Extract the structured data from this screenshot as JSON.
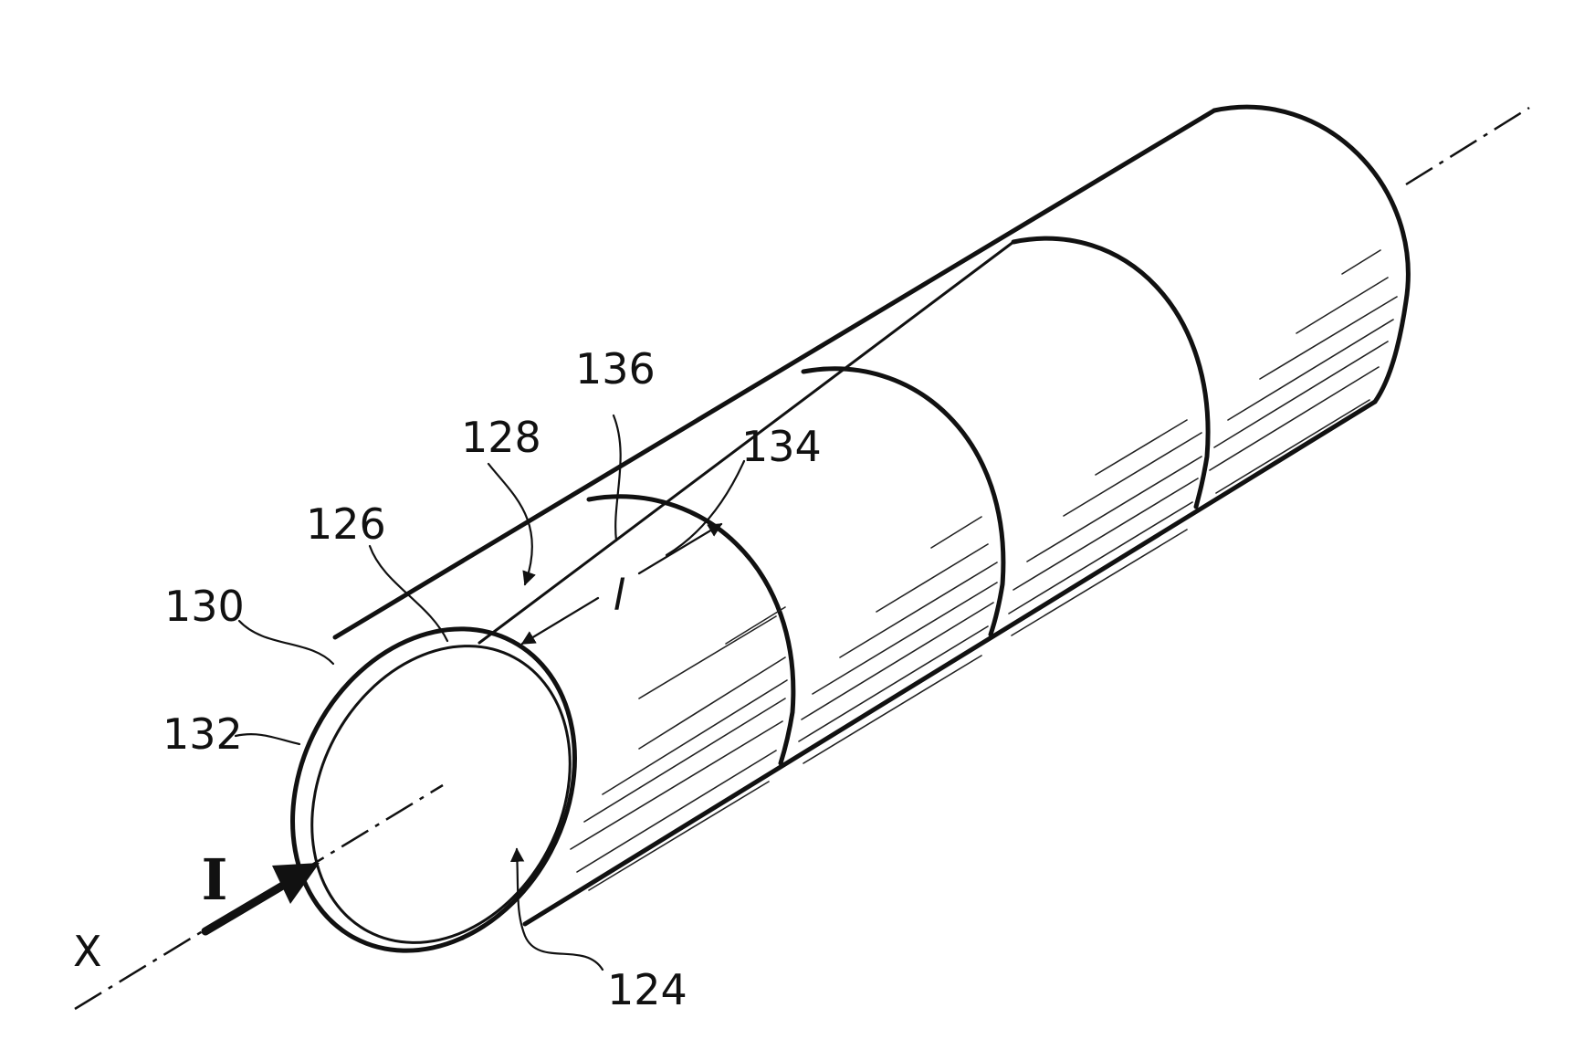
{
  "figure": {
    "reference_numerals": {
      "r124": "124",
      "r126": "126",
      "r128": "128",
      "r130": "130",
      "r132": "132",
      "r134": "134",
      "r136": "136"
    },
    "length_symbol": "l",
    "axis_symbol": "X",
    "view_marker": "I"
  }
}
